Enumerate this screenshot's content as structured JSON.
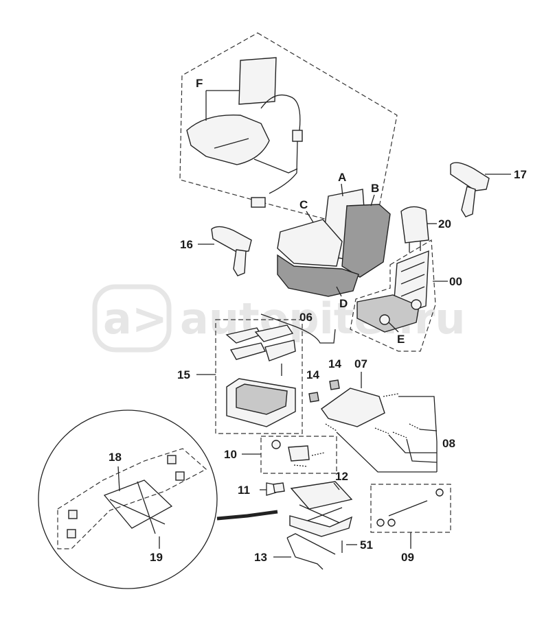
{
  "watermark": {
    "badge": "a>",
    "text": "autopiter.ru"
  },
  "labels": {
    "F": "F",
    "A": "A",
    "B": "B",
    "C": "C",
    "D": "D",
    "E": "E",
    "p17": "17",
    "p20": "20",
    "p16": "16",
    "p00": "00",
    "p06": "06",
    "p15": "15",
    "p14a": "14",
    "p14b": "14",
    "p07": "07",
    "p08": "08",
    "p10": "10",
    "p18": "18",
    "p12": "12",
    "p11": "11",
    "p19": "19",
    "p51": "51",
    "p13": "13",
    "p09": "09"
  },
  "colors": {
    "line": "#222222",
    "watermark": "#e6e6e6",
    "cushion": "#9a9a9a"
  }
}
